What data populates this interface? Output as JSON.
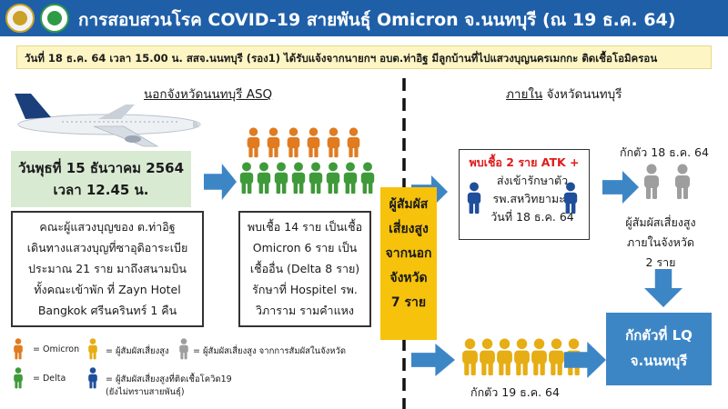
{
  "header": {
    "title": "การสอบสวนโรค COVID-19 สายพันธุ์ Omicron จ.นนทบุรี (ณ 19 ธ.ค. 64)"
  },
  "banner": {
    "text": "วันที่ 18 ธ.ค. 64 เวลา 15.00 น. สสจ.นนทบุรี (รอง1) ได้รับแจ้งจากนายกฯ อบต.ท่าอิฐ มีลูกบ้านที่ไปแสวงบุญนครเมกกะ ติดเชื้อโอมิครอน"
  },
  "left_section": {
    "heading": "นอกจังหวัดนนทบุรี ASQ",
    "date_line1": "วันพุธที่ 15 ธันวาคม 2564",
    "date_line2": "เวลา 12.45 น.",
    "pilgrims_lines": [
      "คณะผู้แสวงบุญของ ต.ท่าอิฐ",
      "เดินทางแสวงบุญที่ซาอุดิอาระเบีย",
      "ประมาณ 21 ราย มาถึงสนามบิน",
      "ทั้งคณะเข้าพัก ที่ Zayn Hotel",
      "Bangkok ศรีนครินทร์ 1 คืน"
    ],
    "infected_lines": [
      "พบเชื้อ 14 ราย เป็นเชื้อ",
      "Omicron 6 ราย เป็น",
      "เชื้ออื่น (Delta 8 ราย)",
      "รักษาที่ Hospitel รพ.",
      "วิภาราม รามคำแหง"
    ]
  },
  "contacts_box": {
    "lines": [
      "ผู้สัมผัส",
      "เสี่ยงสูง",
      "จากนอก",
      "จังหวัด",
      "7 ราย"
    ]
  },
  "right_section": {
    "heading_prefix": "ภายใน",
    "heading_suffix": " จังหวัดนนทบุรี",
    "found_line1": "พบเชื้อ 2 ราย ATK +",
    "found_lines": [
      "ส่งเข้ารักษาตัว",
      "รพ.สหวิทยามะลิ",
      "วันที่ 18 ธ.ค. 64"
    ],
    "quarantine_top": "กักตัว 18 ธ.ค. 64",
    "local_contacts_lines": [
      "ผู้สัมผัสเสี่ยงสูง",
      "ภายในจังหวัด",
      "2 ราย"
    ],
    "quarantine_bottom": "กักตัว 19 ธ.ค. 64",
    "lq_lines": [
      "กักตัวที่ LQ",
      "จ.นนทบุรี"
    ]
  },
  "legend": {
    "omicron": "= Omicron",
    "delta": "= Delta",
    "high_risk": "= ผู้สัมผัสเสี่ยงสูง",
    "high_risk_local": "= ผู้สัมผัสเสี่ยงสูง จากการสัมผัสในจังหวัด",
    "high_risk_infected_line1": "= ผู้สัมผัสเสี่ยงสูงที่ติดเชื้อโควิด19",
    "high_risk_infected_line2": "(ยังไม่ทราบสายพันธุ์)"
  },
  "colors": {
    "header": "#1f5fa8",
    "omicron": "#e07b20",
    "delta": "#3f9a3a",
    "high_risk": "#e6ad14",
    "high_risk_local": "#9e9e9e",
    "infected_unknown": "#1f4e9a",
    "arrow": "#3d86c6",
    "contacts_box": "#f6c20c",
    "lq_box": "#3d86c6"
  },
  "icons": [
    "airplane-icon",
    "person-icon",
    "arrow-right-icon",
    "arrow-down-icon",
    "ministry-seal-icon",
    "moph-logo-icon"
  ]
}
